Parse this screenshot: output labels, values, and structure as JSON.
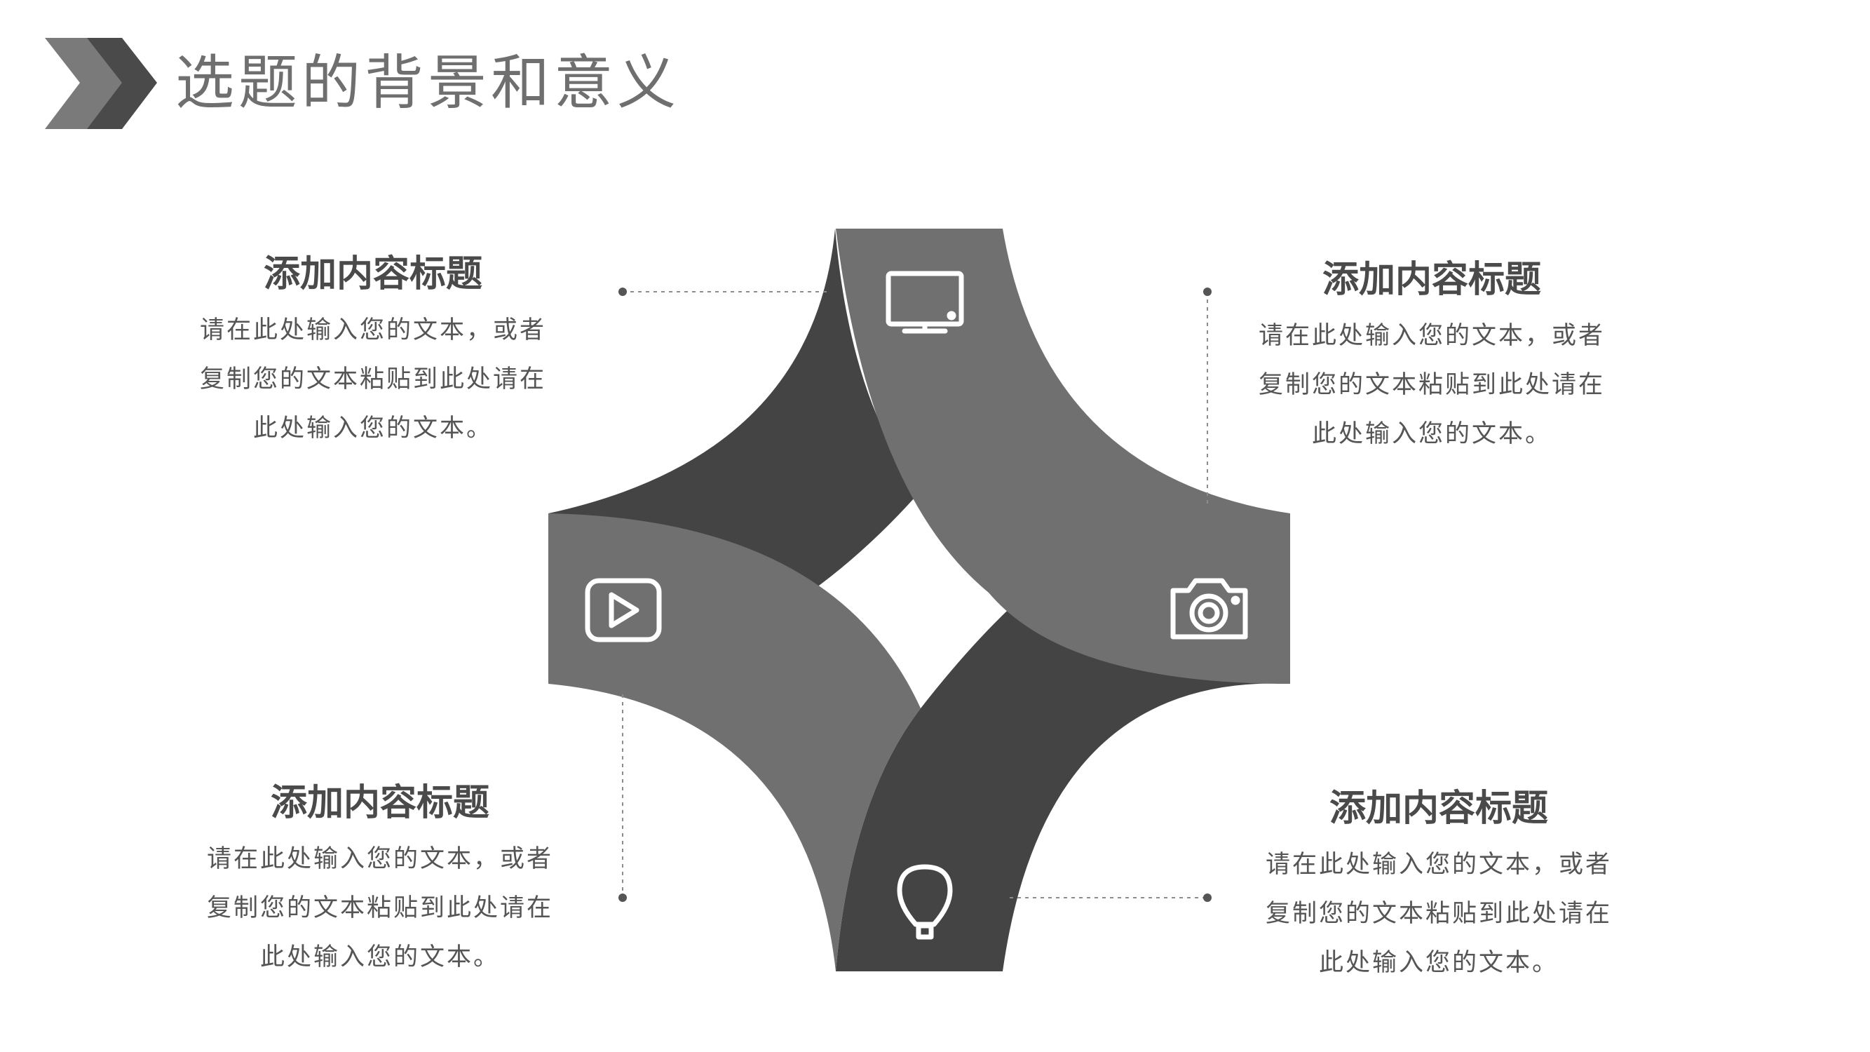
{
  "header": {
    "title": "选题的背景和意义",
    "chevron_colors": [
      "#7a7a7a",
      "#4a4a4a"
    ]
  },
  "colors": {
    "light_petal": "#707070",
    "dark_petal": "#444444",
    "text": "#555555",
    "connector": "#8c8c8c"
  },
  "blocks": {
    "top_left": {
      "title": "添加内容标题",
      "line1": "请在此处输入您的文本，或者",
      "line2": "复制您的文本粘贴到此处请在",
      "line3": "此处输入您的文本。",
      "icon": "monitor-icon"
    },
    "top_right": {
      "title": "添加内容标题",
      "line1": "请在此处输入您的文本，或者",
      "line2": "复制您的文本粘贴到此处请在",
      "line3": "此处输入您的文本。",
      "icon": "camera-icon"
    },
    "bottom_left": {
      "title": "添加内容标题",
      "line1": "请在此处输入您的文本，或者",
      "line2": "复制您的文本粘贴到此处请在",
      "line3": "此处输入您的文本。",
      "icon": "play-icon"
    },
    "bottom_right": {
      "title": "添加内容标题",
      "line1": "请在此处输入您的文本，或者",
      "line2": "复制您的文本粘贴到此处请在",
      "line3": "此处输入您的文本。",
      "icon": "lightbulb-icon"
    }
  }
}
